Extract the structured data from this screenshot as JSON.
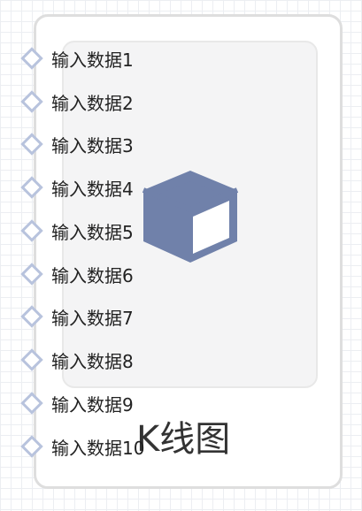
{
  "node": {
    "title": "K线图",
    "icon": "cube-icon",
    "accent_color": "#7081aa",
    "port_color": "#b8c3dd"
  },
  "inputs": [
    {
      "label": "输入数据1"
    },
    {
      "label": "输入数据2"
    },
    {
      "label": "输入数据3"
    },
    {
      "label": "输入数据4"
    },
    {
      "label": "输入数据5"
    },
    {
      "label": "输入数据6"
    },
    {
      "label": "输入数据7"
    },
    {
      "label": "输入数据8"
    },
    {
      "label": "输入数据9"
    },
    {
      "label": "输入数据10"
    }
  ]
}
